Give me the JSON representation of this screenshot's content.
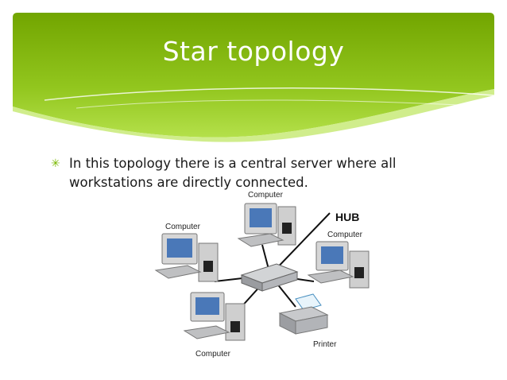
{
  "slide": {
    "title": "Star topology",
    "bullet": "In this topology there is a central server where all workstations are directly connected."
  },
  "diagram": {
    "labels": {
      "top": "Computer",
      "left": "Computer",
      "right": "Computer",
      "bottom": "Computer",
      "printer": "Printer",
      "hub": "HUB"
    }
  },
  "colors": {
    "header_dark": "#78aa00",
    "header_light": "#a6d83a",
    "bullet": "#7ab800"
  }
}
